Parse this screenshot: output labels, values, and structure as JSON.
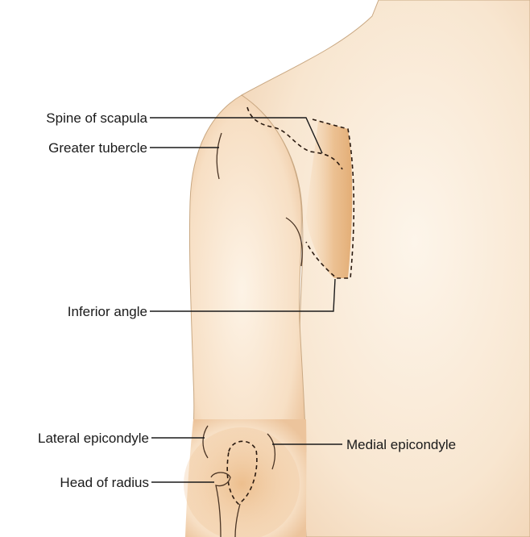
{
  "figure": {
    "labels": {
      "spine_of_scapula": "Spine of scapula",
      "greater_tubercle": "Greater tubercle",
      "inferior_angle": "Inferior angle",
      "lateral_epicondyle": "Lateral epicondyle",
      "medial_epicondyle": "Medial epicondyle",
      "head_of_radius": "Head of radius"
    },
    "colors": {
      "skin_light": "#fbf1e3",
      "skin_mid": "#f6dcc0",
      "skin_shadow": "#e9bf94",
      "bone_highlight": "#e3a96c",
      "line": "#1a1a1a"
    }
  }
}
